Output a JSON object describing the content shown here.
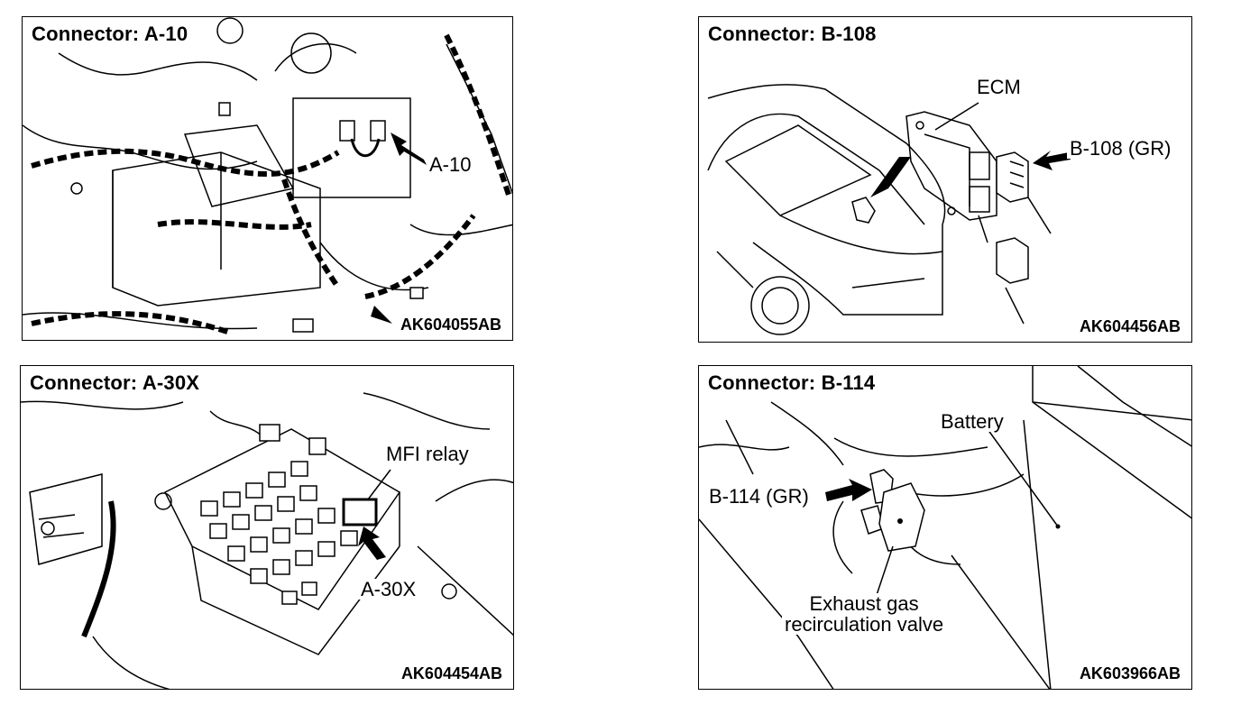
{
  "panels": [
    {
      "title": "Connector: A-10",
      "labels": [
        "A-10"
      ],
      "ref": "AK604055AB"
    },
    {
      "title": "Connector: B-108",
      "labels": [
        "ECM",
        "B-108 (GR)"
      ],
      "ref": "AK604456AB"
    },
    {
      "title": "Connector: A-30X",
      "labels": [
        "MFI relay",
        "A-30X"
      ],
      "ref": "AK604454AB"
    },
    {
      "title": "Connector: B-114",
      "labels": [
        "Battery",
        "B-114 (GR)",
        "Exhaust gas\nrecirculation valve"
      ],
      "ref": "AK603966AB"
    }
  ]
}
